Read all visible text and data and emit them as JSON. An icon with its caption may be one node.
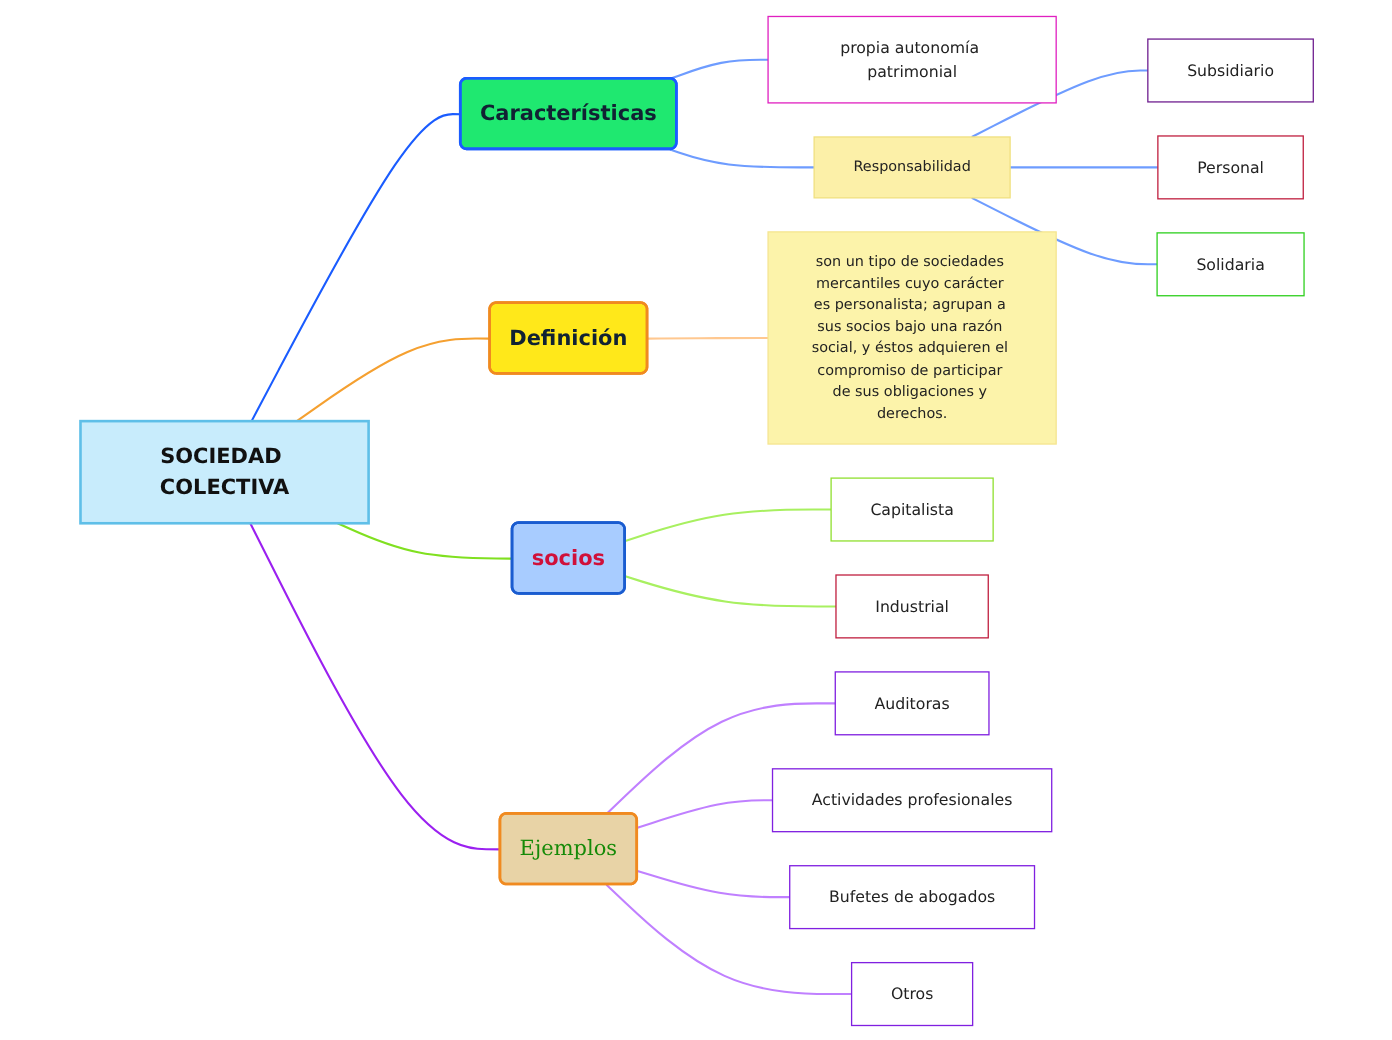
{
  "diagram": {
    "nodes": [
      {
        "text": [
          "Subsidiario"
        ]
      },
      {
        "text": [
          "Personal"
        ]
      },
      {
        "text": [
          "Responsabilidad"
        ]
      },
      {
        "text": [
          "Características"
        ]
      },
      {
        "text": [
          "son un tipo de sociedades mercantiles cuyo carácter es personalista; agrupan a sus socios bajo una razón social, y éstos adquieren el compromiso de participar de sus obligaciones y derechos."
        ]
      },
      {
        "text": [
          "Definición"
        ]
      },
      {
        "text": [
          "Solidaria"
        ]
      },
      {
        "text": [
          "propia autonomía patrimonial"
        ]
      },
      {
        "text": [
          "SOCIEDAD COLECTIVA"
        ]
      },
      {
        "text": [
          "Auditoras"
        ]
      },
      {
        "text": [
          "Actividades profesionales"
        ]
      },
      {
        "text": [
          "Capitalista"
        ]
      },
      {
        "text": [
          "socios"
        ]
      },
      {
        "text": [
          "Ejemplos"
        ]
      },
      {
        "text": [
          "Bufetes de abogados"
        ]
      },
      {
        "text": [
          "Industrial"
        ]
      },
      {
        "text": [
          "Otros"
        ]
      }
    ],
    "edges": [
      {
        "from": 8,
        "to": 3,
        "arrow": "none",
        "color": "#1a5cff"
      },
      {
        "from": 3,
        "to": 7,
        "arrow": "none",
        "color": "#6e9cff"
      },
      {
        "from": 3,
        "to": 2,
        "arrow": "none",
        "color": "#6e9cff"
      },
      {
        "from": 2,
        "to": 0,
        "arrow": "none",
        "color": "#6e9cff"
      },
      {
        "from": 2,
        "to": 1,
        "arrow": "none",
        "color": "#6e9cff"
      },
      {
        "from": 2,
        "to": 6,
        "arrow": "none",
        "color": "#6e9cff"
      },
      {
        "from": 8,
        "to": 5,
        "arrow": "none",
        "color": "#f5a030"
      },
      {
        "from": 5,
        "to": 4,
        "arrow": "none",
        "color": "#ffc890"
      },
      {
        "from": 8,
        "to": 12,
        "arrow": "none",
        "color": "#80e020"
      },
      {
        "from": 12,
        "to": 11,
        "arrow": "none",
        "color": "#a8f060"
      },
      {
        "from": 12,
        "to": 15,
        "arrow": "none",
        "color": "#a8f060"
      },
      {
        "from": 8,
        "to": 13,
        "arrow": "none",
        "color": "#9b20f0"
      },
      {
        "from": 13,
        "to": 9,
        "arrow": "none",
        "color": "#c080ff"
      },
      {
        "from": 13,
        "to": 10,
        "arrow": "none",
        "color": "#c080ff"
      },
      {
        "from": 13,
        "to": 14,
        "arrow": "none",
        "color": "#c080ff"
      },
      {
        "from": 13,
        "to": 16,
        "arrow": "none",
        "color": "#c080ff"
      }
    ]
  }
}
